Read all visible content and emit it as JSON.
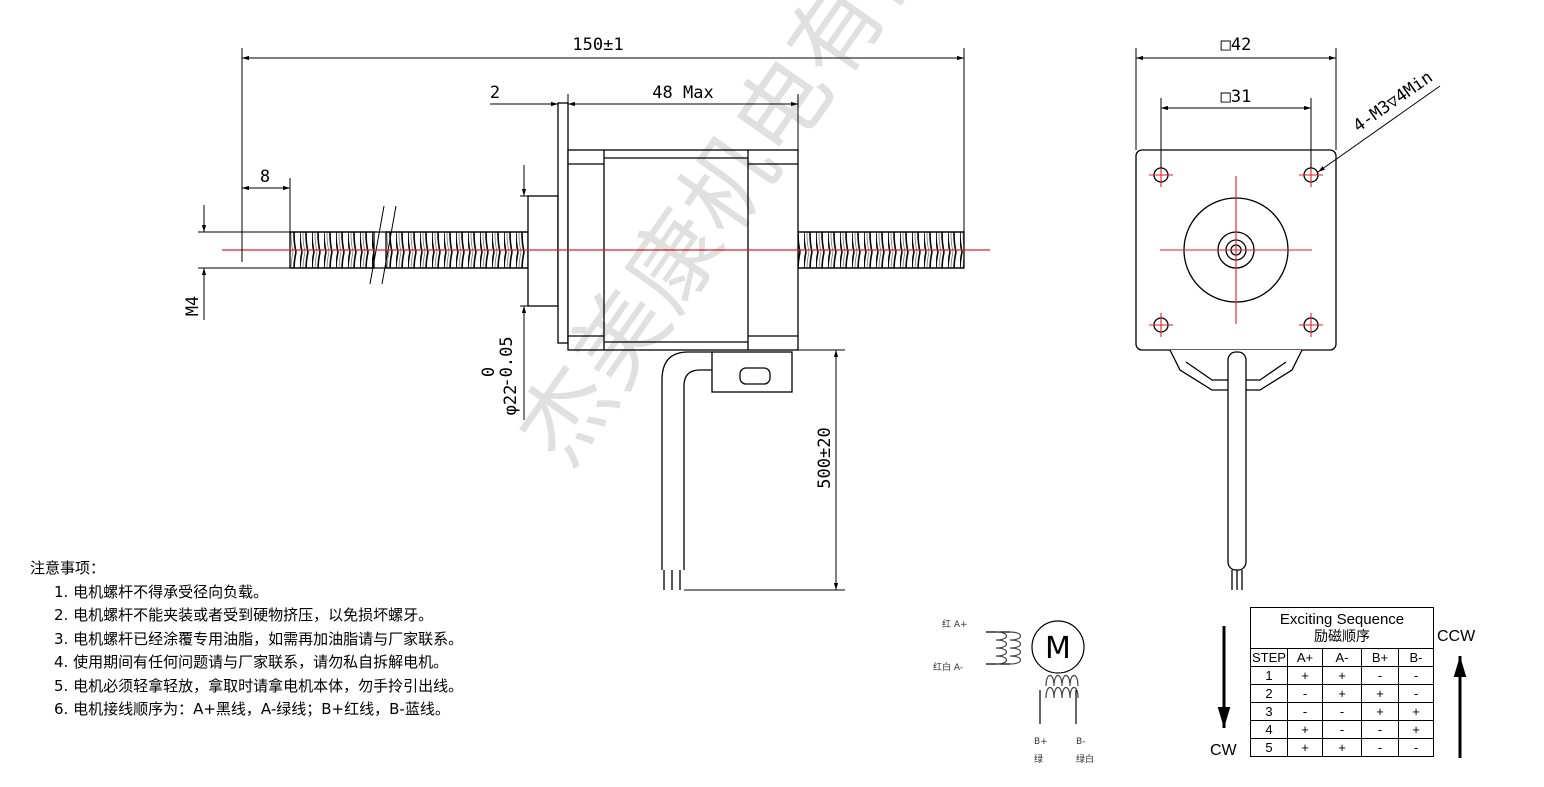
{
  "dimensions": {
    "overall_length": "150±1",
    "body_length": "48 Max",
    "flange": "2",
    "thread_end": "8",
    "thread": "M4",
    "boss_dia_main": "φ22",
    "boss_tol_upper": "0",
    "boss_tol_lower": "-0.05",
    "lead_length": "500±20",
    "square_outer": "□42",
    "square_hole": "□31",
    "mount_holes": "4-M3▽4Min"
  },
  "watermark": "杰美康机电有限公司",
  "notes": {
    "title": "注意事项：",
    "items": [
      "1. 电机螺杆不得承受径向负载。",
      "2. 电机螺杆不能夹装或者受到硬物挤压，以免损坏螺牙。",
      "3. 电机螺杆已经涂覆专用油脂，如需再加油脂请与厂家联系。",
      "4. 使用期间有任何问题请与厂家联系，请勿私自拆解电机。",
      "5. 电机必须轻拿轻放，拿取时请拿电机本体，勿手拎引出线。",
      "6. 电机接线顺序为：A+黑线，A-绿线；B+红线，B-蓝线。"
    ]
  },
  "wiring": {
    "motor_symbol": "M",
    "a_plus_label": "红 A+",
    "a_minus_label": "红白 A-",
    "b_plus_label": "B+",
    "b_plus_color": "绿",
    "b_minus_label": "B-",
    "b_minus_color": "绿白"
  },
  "sequence": {
    "title": "Exciting Sequence",
    "subtitle": "励磁顺序",
    "headers": [
      "STEP",
      "A+",
      "A-",
      "B+",
      "B-"
    ],
    "rows": [
      [
        "1",
        "+",
        "+",
        "-",
        "-"
      ],
      [
        "2",
        "-",
        "+",
        "+",
        "-"
      ],
      [
        "3",
        "-",
        "-",
        "+",
        "+"
      ],
      [
        "4",
        "+",
        "-",
        "-",
        "+"
      ],
      [
        "5",
        "+",
        "+",
        "-",
        "-"
      ]
    ],
    "cw_label": "CW",
    "ccw_label": "CCW"
  },
  "colors": {
    "centerline": "#e0202a",
    "line": "#000000"
  }
}
